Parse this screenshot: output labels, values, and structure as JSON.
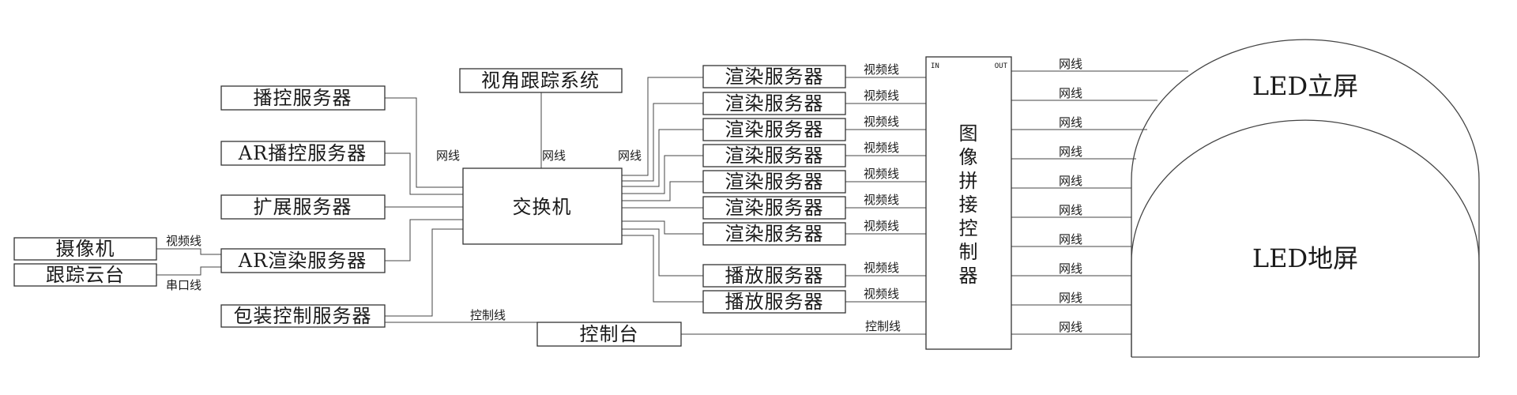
{
  "left_devices": {
    "playback_control": "播控服务器",
    "ar_playback_control": "AR播控服务器",
    "expansion": "扩展服务器",
    "ar_render": "AR渲染服务器",
    "packaging_control": "包装控制服务器",
    "camera": "摄像机",
    "tracking_head": "跟踪云台"
  },
  "view_tracking": "视角跟踪系统",
  "switch": "交换机",
  "console": "控制台",
  "render_servers": [
    "渲染服务器",
    "渲染服务器",
    "渲染服务器",
    "渲染服务器",
    "渲染服务器",
    "渲染服务器",
    "渲染服务器"
  ],
  "play_servers": [
    "播放服务器",
    "播放服务器"
  ],
  "splicer": {
    "label": "图像拼接控制器",
    "chars": [
      "图",
      "像",
      "拼",
      "接",
      "控",
      "制",
      "器"
    ],
    "in_label": "IN",
    "out_label": "OUT"
  },
  "screens": {
    "upright": "LED立屏",
    "floor": "LED地屏"
  },
  "cable_labels": {
    "network": "网线",
    "video": "视频线",
    "serial": "串口线",
    "control": "控制线"
  }
}
